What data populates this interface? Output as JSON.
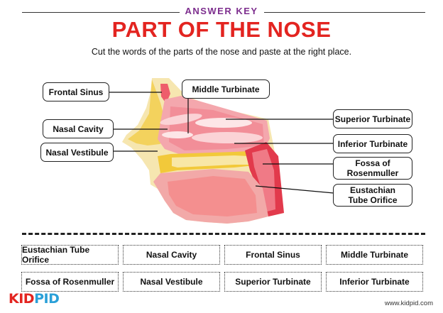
{
  "header": {
    "answer_key": "ANSWER KEY",
    "title": "PART OF THE NOSE",
    "instruction": "Cut the words of the parts of the nose and paste at the right place."
  },
  "diagram_labels": {
    "frontal_sinus": "Frontal Sinus",
    "nasal_cavity": "Nasal Cavity",
    "nasal_vestibule": "Nasal Vestibule",
    "middle_turbinate": "Middle Turbinate",
    "superior_turbinate": "Superior Turbinate",
    "inferior_turbinate": "Inferior Turbinate",
    "fossa_line1": "Fossa of",
    "fossa_line2": "Rosenmuller",
    "eustachian_line1": "Eustachian",
    "eustachian_line2": "Tube Orifice"
  },
  "cutouts": [
    "Eustachian Tube Orifice",
    "Nasal Cavity",
    "Frontal Sinus",
    "Middle Turbinate",
    "Fossa of Rosenmuller",
    "Nasal Vestibule",
    "Superior Turbinate",
    "Inferior Turbinate"
  ],
  "footer": {
    "logo_kid": "KID",
    "logo_pid": "PID",
    "website": "www.kidpid.com"
  },
  "colors": {
    "title_red": "#e32420",
    "answer_key_purple": "#7d2e8e",
    "tissue_pink": "#f08a8c",
    "skin_yellow": "#f6e6b0"
  }
}
